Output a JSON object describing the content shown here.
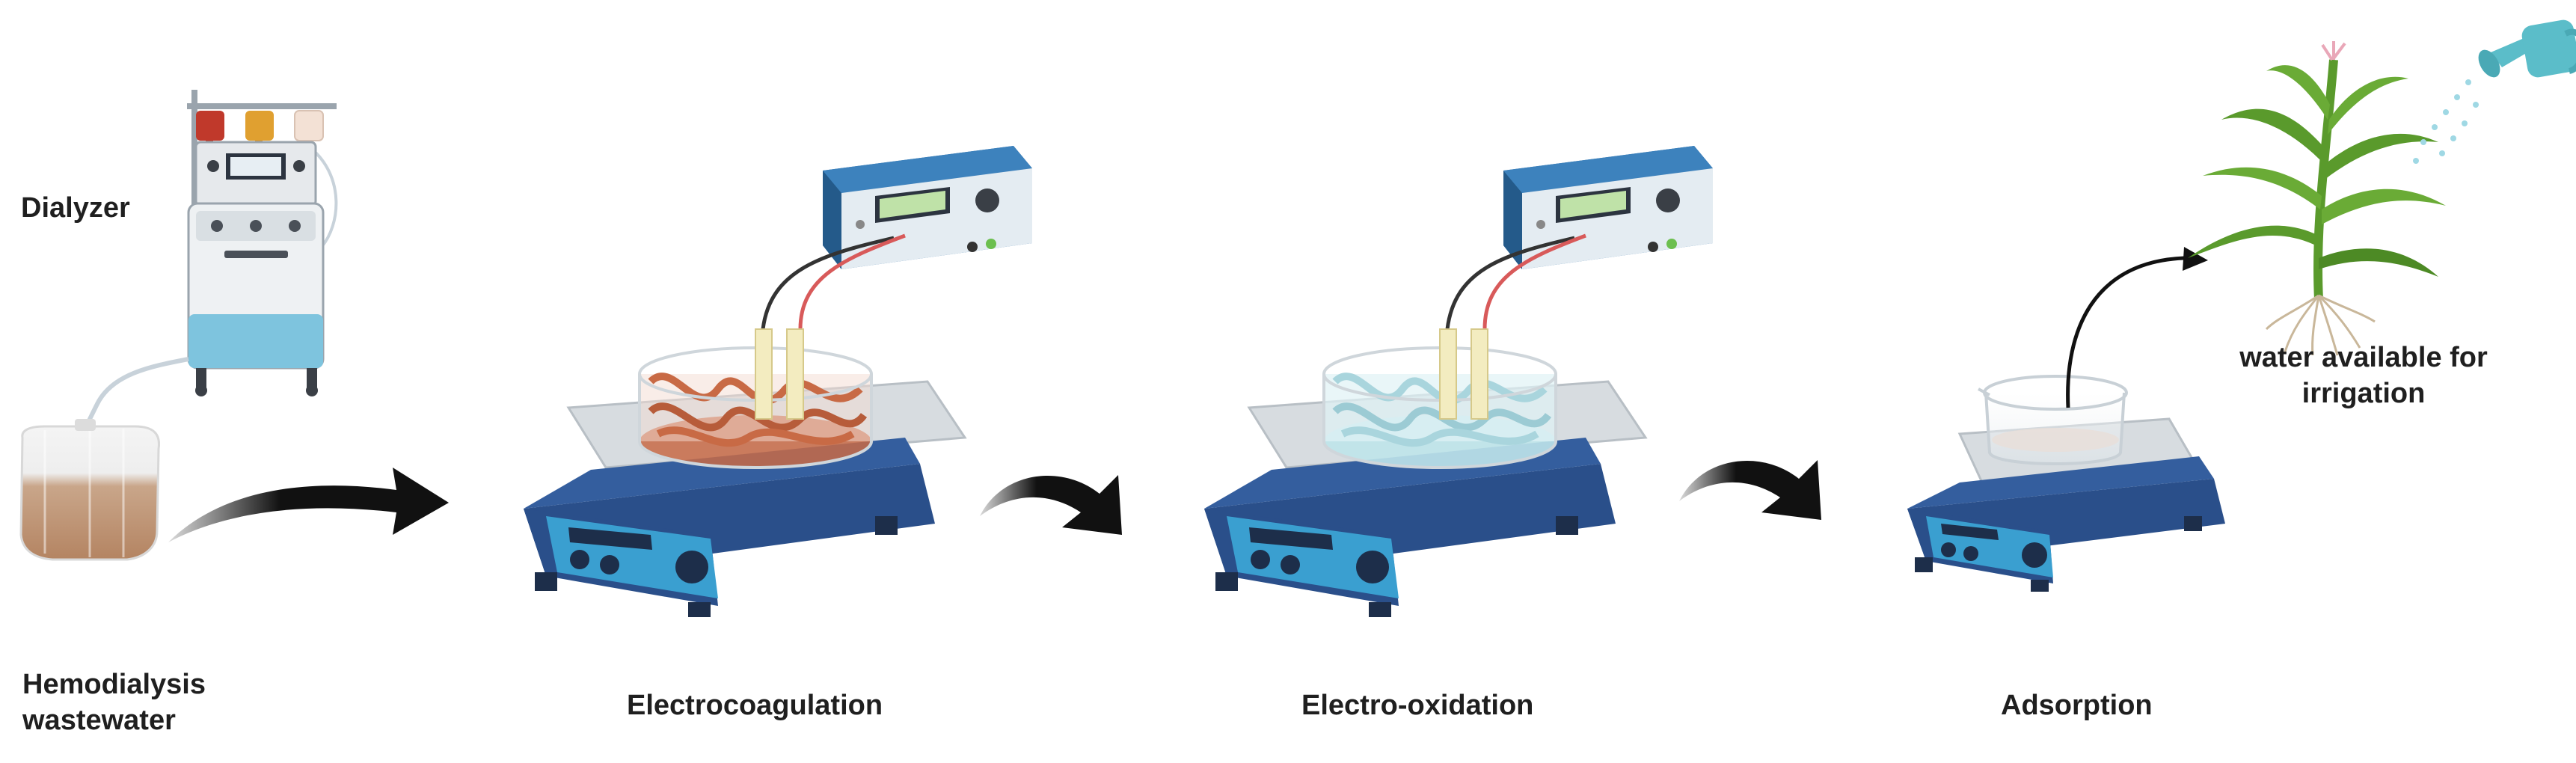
{
  "labels": {
    "dialyzer": "Dialyzer",
    "wastewater_line1": "Hemodialysis",
    "wastewater_line2": "wastewater",
    "electrocoagulation": "Electrocoagulation",
    "electro_oxidation": "Electro-oxidation",
    "adsorption": "Adsorption",
    "irrigation_line1": "water available for",
    "irrigation_line2": "irrigation"
  },
  "colors": {
    "hotplate_body": "#2a4f8a",
    "hotplate_panel": "#3a9fd0",
    "hotplate_top": "#d7dce0",
    "power_supply": "#2f6fa8",
    "power_supply_face": "#e4ecf2",
    "display": "#bfe2a8",
    "coag_fluid": "#c86a45",
    "oxid_fluid": "#bfe4ea",
    "wastewater": "#b98b6a",
    "bag_red": "#c0392b",
    "bag_orange": "#e0a030",
    "bag_light": "#f3e1d5",
    "plant_green": "#5a9a2c",
    "arrow": "#111111",
    "can": "#5bbdc9"
  }
}
